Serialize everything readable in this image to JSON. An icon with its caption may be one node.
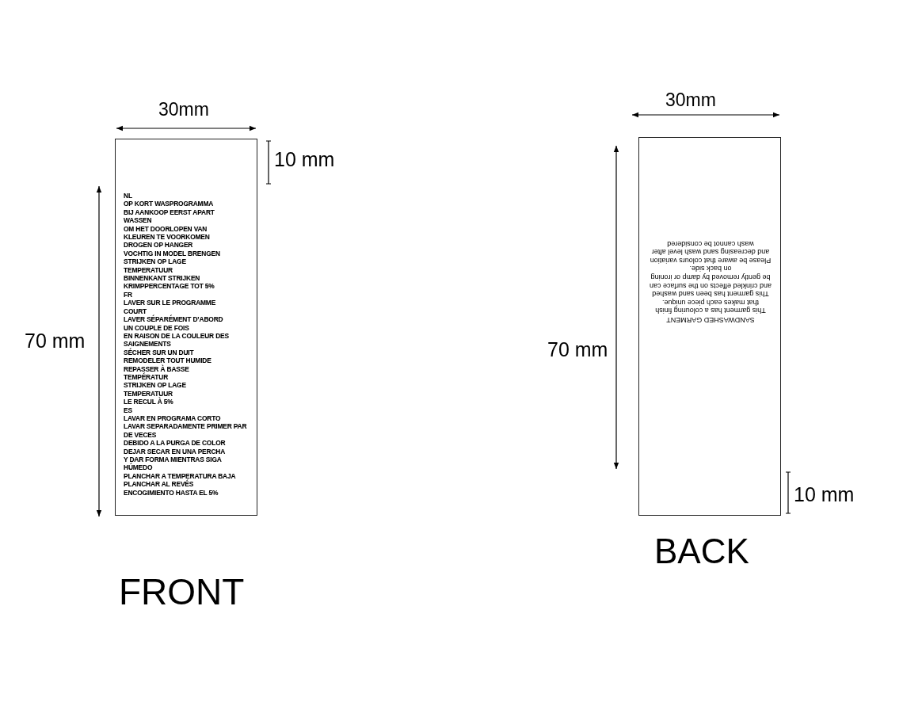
{
  "diagram": {
    "nodes": [
      {
        "text": [
          "NL",
          "OP KORT WASPROGRAMMA",
          "BIJ AANKOOP EERST APART WASSEN",
          "OM HET DOORLOPEN VAN",
          "KLEUREN TE VOORKOMEN",
          "DROGEN OP HANGER",
          "VOCHTIG IN MODEL BRENGEN",
          "STRIJKEN OP LAGE TEMPERATUUR",
          "BINNENKANT STRIJKEN",
          "KRIMPPERCENTAGE TOT 5%",
          "FR",
          "LAVER SUR LE PROGRAMME COURT",
          "LAVER SÉPARÉMENT D’ABORD",
          "UN COUPLE DE FOIS",
          "EN RAISON DE LA COULEUR DES SAIGNEMENTS",
          "SÉCHER SUR UN DUIT",
          "REMODELER TOUT HUMIDE",
          "REPASSER À BASSE TEMPÉRATUR",
          "STRIJKEN OP LAGE TEMPERATUUR",
          "LE RECUL À 5%",
          "ES",
          "LAVAR EN PROGRAMA CORTO",
          "LAVAR SEPARADAMENTE PRIMER PAR DE VECES",
          "DEBIDO A LA PURGA DE COLOR",
          "DEJAR SECAR EN UNA PERCHA",
          "Y DAR FORMA MIENTRAS SIGA HÚMEDO",
          "PLANCHAR A TEMPERATURA BAJA",
          "PLANCHAR AL REVÉS",
          "ENCOGIMIENTO HASTA EL 5%"
        ],
        "beside": [
          "FRONT"
        ]
      },
      {
        "text": [
          "SANDWASHED GARMENT",
          "This garment has a colouring finish that makes each piece unique.",
          "This garment has been sand washed and crinkled effects on the surface can be gently removed by damp or ironing on back side.",
          "Please be aware that colours variation and decreasing sand wash level after wash cannot be considered"
        ],
        "beside": [
          "BACK"
        ]
      }
    ],
    "labels": [
      "30mm",
      "10 mm",
      "70 mm",
      "30mm",
      "70 mm",
      "10 mm"
    ]
  }
}
